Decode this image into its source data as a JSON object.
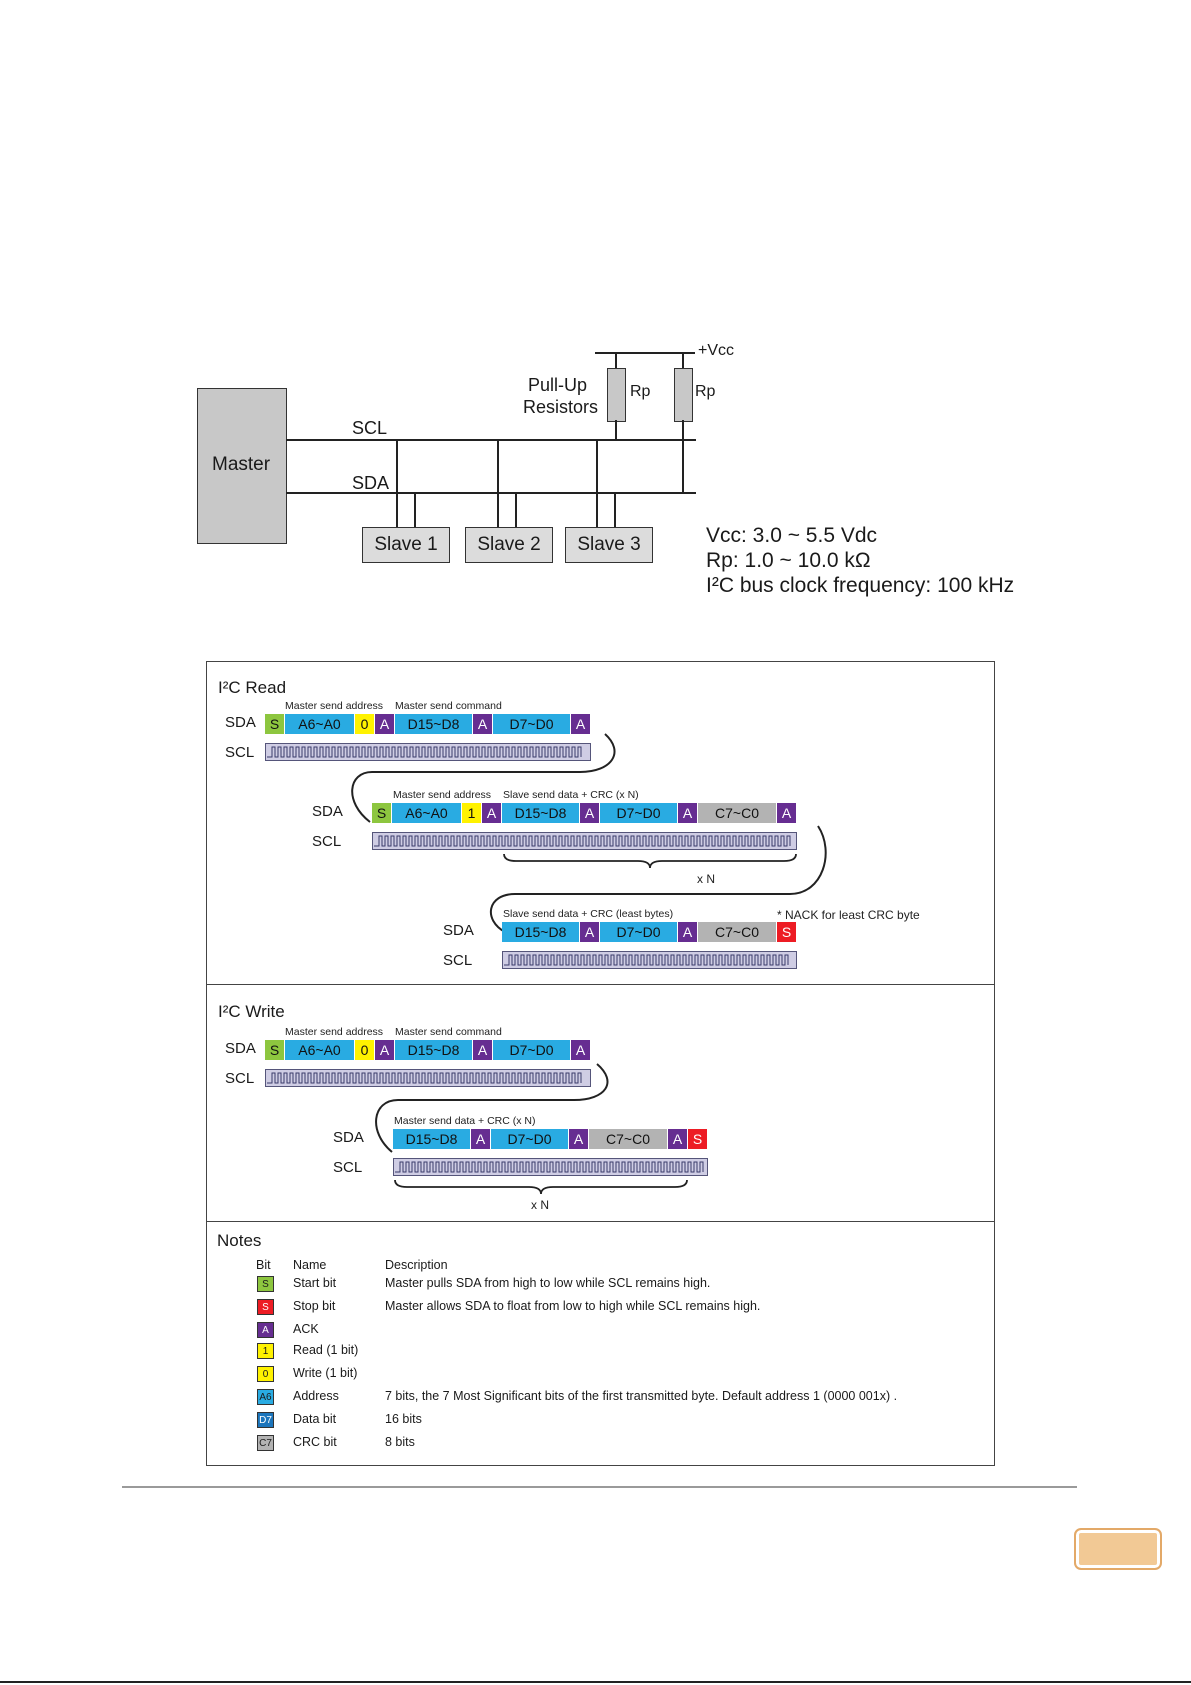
{
  "circuit": {
    "vcc_label": "+Vcc",
    "pullup_label_1": "Pull-Up",
    "pullup_label_2": "Resistors",
    "rp_label": "Rp",
    "master_label": "Master",
    "scl_label": "SCL",
    "sda_label": "SDA",
    "slaves": [
      "Slave 1",
      "Slave 2",
      "Slave 3"
    ],
    "specs": [
      "Vcc:  3.0 ~ 5.5 Vdc",
      "Rp:   1.0 ~ 10.0 kΩ",
      "I²C bus clock frequency:  100 kHz"
    ]
  },
  "read": {
    "title": "I²C Read",
    "row1": {
      "caption_addr": "Master send address",
      "caption_cmd": "Master send command",
      "sda": "SDA",
      "scl": "SCL",
      "segments": [
        "S",
        "A6~A0",
        "0",
        "A",
        "D15~D8",
        "A",
        "D7~D0",
        "A"
      ]
    },
    "row2": {
      "caption_addr": "Master send address",
      "caption_data": "Slave send data + CRC (x N)",
      "sda": "SDA",
      "scl": "SCL",
      "segments": [
        "S",
        "A6~A0",
        "1",
        "A",
        "D15~D8",
        "A",
        "D7~D0",
        "A",
        "C7~C0",
        "A"
      ],
      "repeat": "x N"
    },
    "row3": {
      "caption_data": "Slave send data + CRC (least bytes)",
      "caption_nack": "* NACK for least CRC byte",
      "sda": "SDA",
      "scl": "SCL",
      "segments": [
        "D15~D8",
        "A",
        "D7~D0",
        "A",
        "C7~C0",
        "S"
      ]
    }
  },
  "write": {
    "title": "I²C Write",
    "row1": {
      "caption_addr": "Master send address",
      "caption_cmd": "Master send command",
      "sda": "SDA",
      "scl": "SCL",
      "segments": [
        "S",
        "A6~A0",
        "0",
        "A",
        "D15~D8",
        "A",
        "D7~D0",
        "A"
      ]
    },
    "row2": {
      "caption_data": "Master send data + CRC (x N)",
      "sda": "SDA",
      "scl": "SCL",
      "segments": [
        "D15~D8",
        "A",
        "D7~D0",
        "A",
        "C7~C0",
        "A",
        "S"
      ],
      "repeat": "x N"
    }
  },
  "notes": {
    "title": "Notes",
    "headers": {
      "bit": "Bit",
      "name": "Name",
      "description": "Description"
    },
    "rows": [
      {
        "chip": "S",
        "color": "#8dc63f",
        "name": "Start bit",
        "description": "Master pulls SDA from high to low while SCL remains high."
      },
      {
        "chip": "S",
        "color": "#ed1c24",
        "name": "Stop bit",
        "description": "Master allows SDA to float from low to high while SCL remains high."
      },
      {
        "chip": "A",
        "color": "#662d91",
        "name": "ACK",
        "description": ""
      },
      {
        "chip": "1",
        "color": "#fff200",
        "name": "Read (1 bit)",
        "description": ""
      },
      {
        "chip": "0",
        "color": "#fff200",
        "name": "Write (1 bit)",
        "description": ""
      },
      {
        "chip": "A6",
        "color": "#29abe2",
        "name": "Address",
        "description": "7 bits, the 7 Most Significant bits of the first transmitted byte. Default address 1 (0000 001x) ."
      },
      {
        "chip": "D7",
        "color": "#1b75bc",
        "name": "Data bit",
        "description": "16 bits"
      },
      {
        "chip": "C7",
        "color": "#b3b3b3",
        "name": "CRC bit",
        "description": "8 bits"
      }
    ]
  }
}
